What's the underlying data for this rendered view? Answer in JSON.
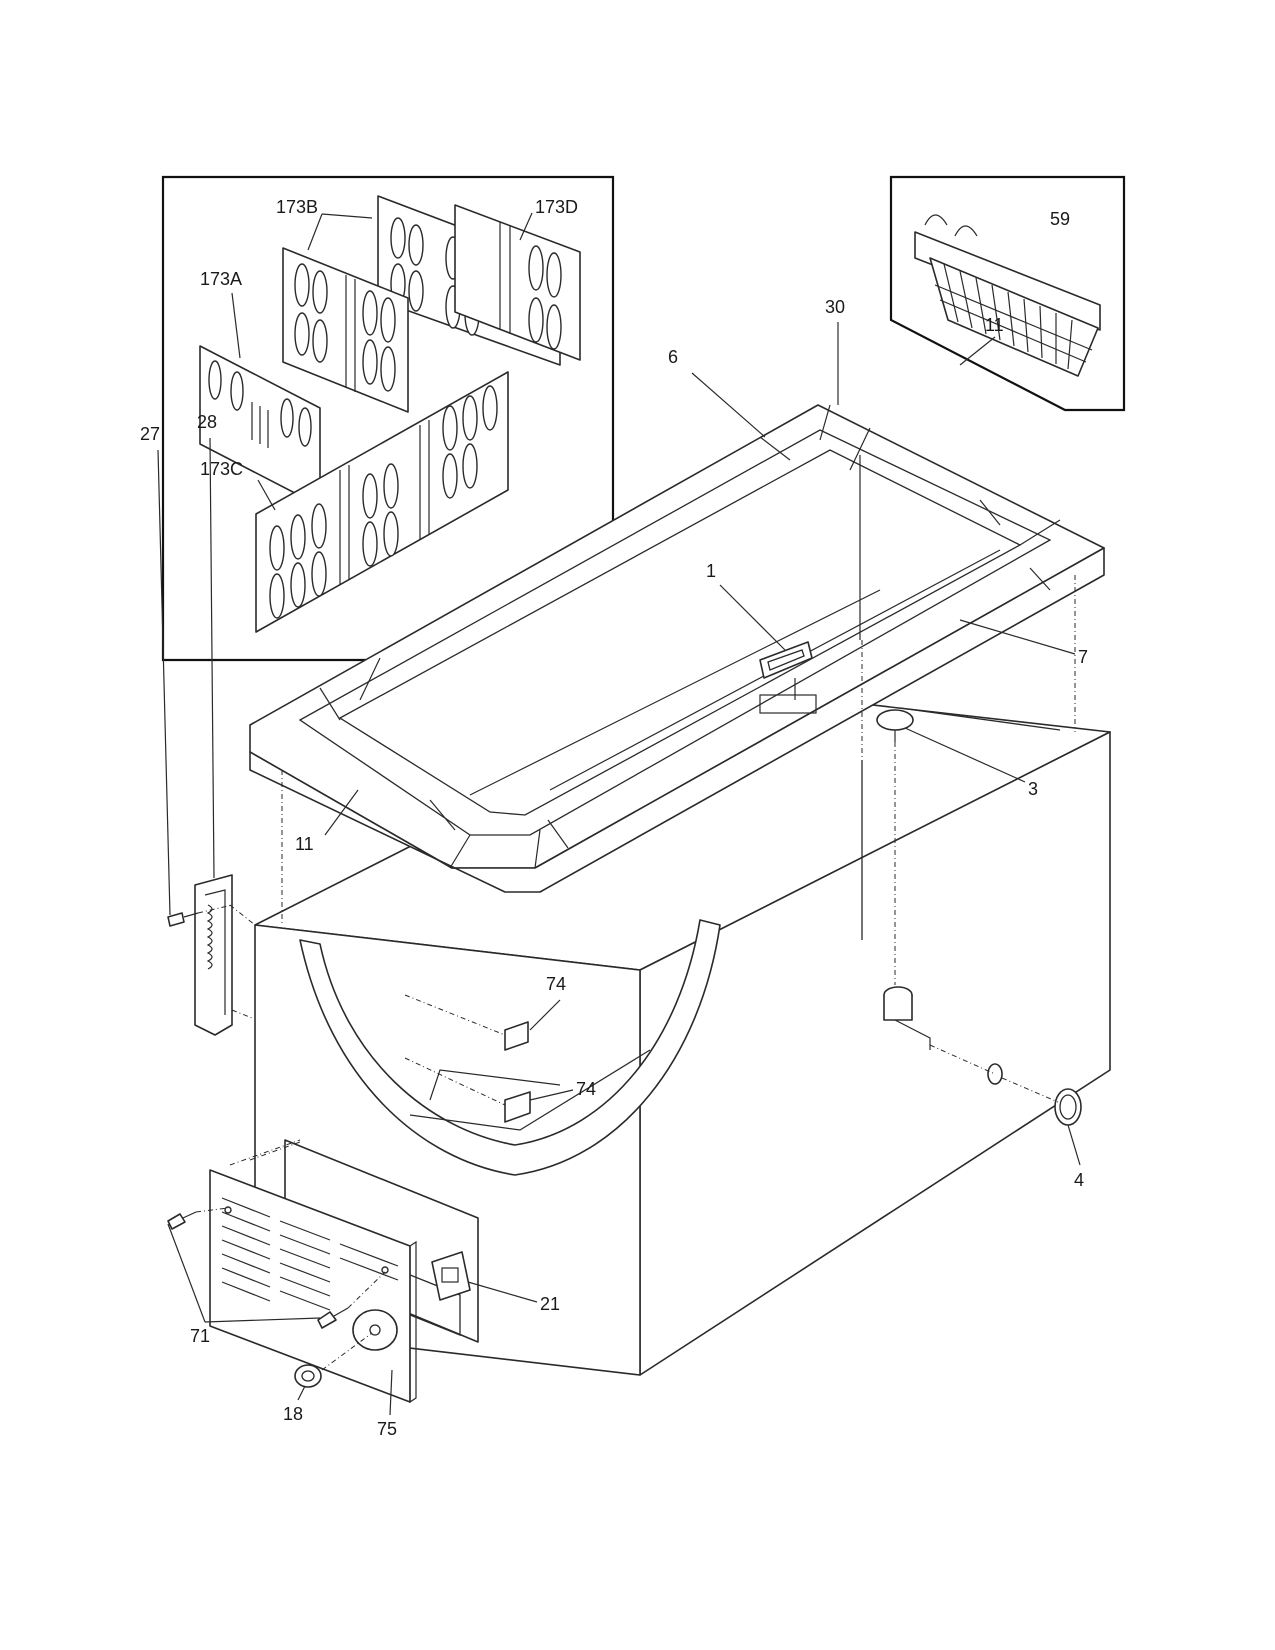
{
  "callouts": {
    "c173A": "173A",
    "c173B": "173B",
    "c173C": "173C",
    "c173D": "173D",
    "c59": "59",
    "c30": "30",
    "c6": "6",
    "c11_top": "11",
    "c1": "1",
    "c7": "7",
    "c3": "3",
    "c11_bottom": "11",
    "c28": "28",
    "c27": "27",
    "c74_upper": "74",
    "c74_lower": "74",
    "c4": "4",
    "c21": "21",
    "c71": "71",
    "c18": "18",
    "c75": "75"
  }
}
